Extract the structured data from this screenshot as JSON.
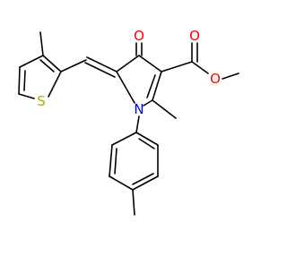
{
  "molecule": {
    "atom_labels": {
      "ketone_oxygen": "O",
      "ester_carbonyl_oxygen": "O",
      "ester_ether_oxygen": "O",
      "ring_nitrogen": "N",
      "thiophene_sulfur": "S"
    },
    "colors": {
      "bond": "#000000",
      "oxygen": "#ff0000",
      "nitrogen": "#0000ff",
      "sulfur": "#b8a800"
    }
  }
}
